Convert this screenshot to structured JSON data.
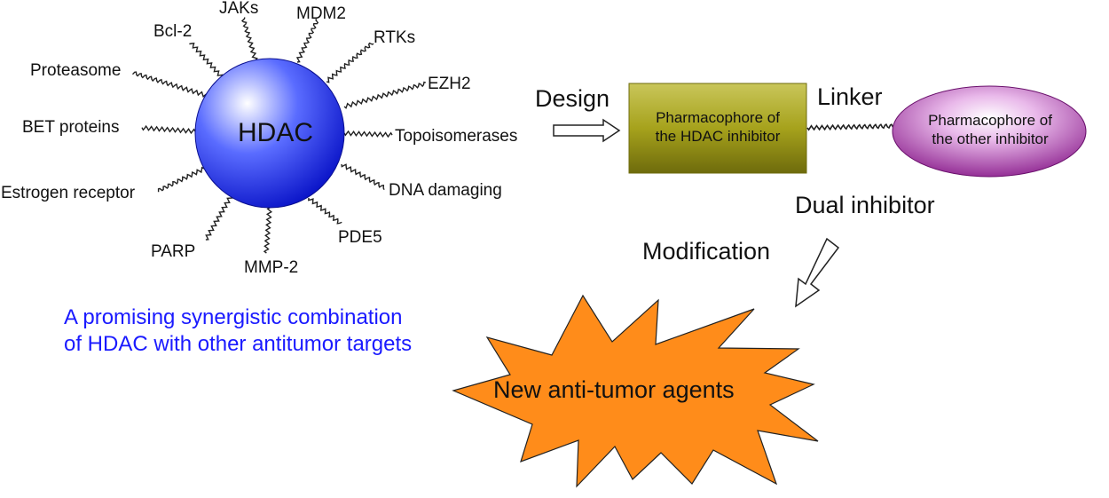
{
  "hub": {
    "label": "HDAC",
    "colors": {
      "light": "#ffffff",
      "mid": "#5a6cff",
      "dark": "#0a14c8"
    }
  },
  "targets": [
    {
      "id": "bcl2",
      "label": "Bcl-2"
    },
    {
      "id": "jaks",
      "label": "JAKs"
    },
    {
      "id": "mdm2",
      "label": "MDM2"
    },
    {
      "id": "rtks",
      "label": "RTKs"
    },
    {
      "id": "ezh2",
      "label": "EZH2"
    },
    {
      "id": "topoisomerases",
      "label": "Topoisomerases"
    },
    {
      "id": "dna-damaging",
      "label": "DNA damaging"
    },
    {
      "id": "pde5",
      "label": "PDE5"
    },
    {
      "id": "mmp2",
      "label": "MMP-2"
    },
    {
      "id": "parp",
      "label": "PARP"
    },
    {
      "id": "estrogen-receptor",
      "label": "Estrogen receptor"
    },
    {
      "id": "bet-proteins",
      "label": "BET proteins"
    },
    {
      "id": "proteasome",
      "label": "Proteasome"
    }
  ],
  "flow": {
    "design_label": "Design",
    "linker_label": "Linker",
    "dual_inhibitor_label": "Dual inhibitor",
    "modification_label": "Modification"
  },
  "hdac_pharmacophore": {
    "line1": "Pharmacophore of",
    "line2": "the HDAC inhibitor",
    "color": "#a6a21c"
  },
  "other_pharmacophore": {
    "line1": "Pharmacophore of",
    "line2": "the other inhibitor",
    "color": "#8a1e8c"
  },
  "caption": {
    "line1": "A promising synergistic combination",
    "line2": "of HDAC with other antitumor targets",
    "color": "#1a1aff"
  },
  "result": {
    "label": "New anti-tumor agents",
    "color": "#ff8c1a"
  }
}
